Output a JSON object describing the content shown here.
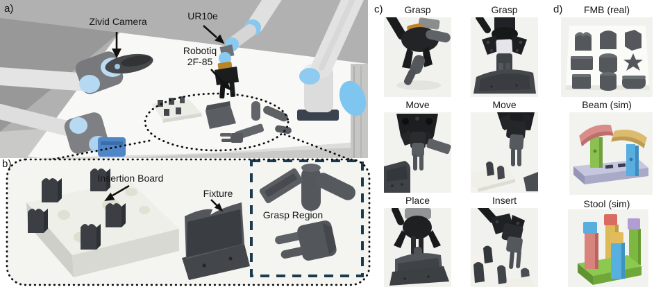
{
  "figure": {
    "panel_a": {
      "label": "a)",
      "camera_label": "Zivid Camera",
      "robot_label": "UR10e",
      "gripper_label_line1": "Robotiq",
      "gripper_label_line2": "2F-85"
    },
    "panel_b": {
      "label": "b)",
      "board_label": "Insertion Board",
      "fixture_label": "Fixture",
      "grasp_region_label": "Grasp Region"
    },
    "panel_c": {
      "label": "c)",
      "tiles": [
        {
          "label": "Grasp"
        },
        {
          "label": "Grasp"
        },
        {
          "label": "Move"
        },
        {
          "label": "Move"
        },
        {
          "label": "Place"
        },
        {
          "label": "Insert"
        }
      ]
    },
    "panel_d": {
      "label": "d)",
      "tiles": [
        {
          "label": "FMB (real)"
        },
        {
          "label": "Beam (sim)"
        },
        {
          "label": "Stool (sim)"
        }
      ]
    },
    "colors": {
      "robot_joint_blue": "#8ec9f0",
      "robot_body_gray": "#e3e3e3",
      "gripper_black": "#1b1c1e",
      "part_gray": "#565b60",
      "annotation_black": "#111111",
      "grasp_region_dash_navy": "#1c3a4e",
      "beam_base_lavender": "#b4b4d4",
      "beam_post_green": "#8cc052",
      "beam_post_blue": "#58aede",
      "beam_top_red": "#d98c88",
      "beam_top_yellow": "#ddbb6e",
      "stool_base_green": "#7cb842",
      "stool_leg_salmon": "#d8837b",
      "stool_leg_yellow": "#dcba58",
      "stool_leg_blue": "#58b0e0",
      "stool_cap_purple": "#b29dd2"
    }
  }
}
